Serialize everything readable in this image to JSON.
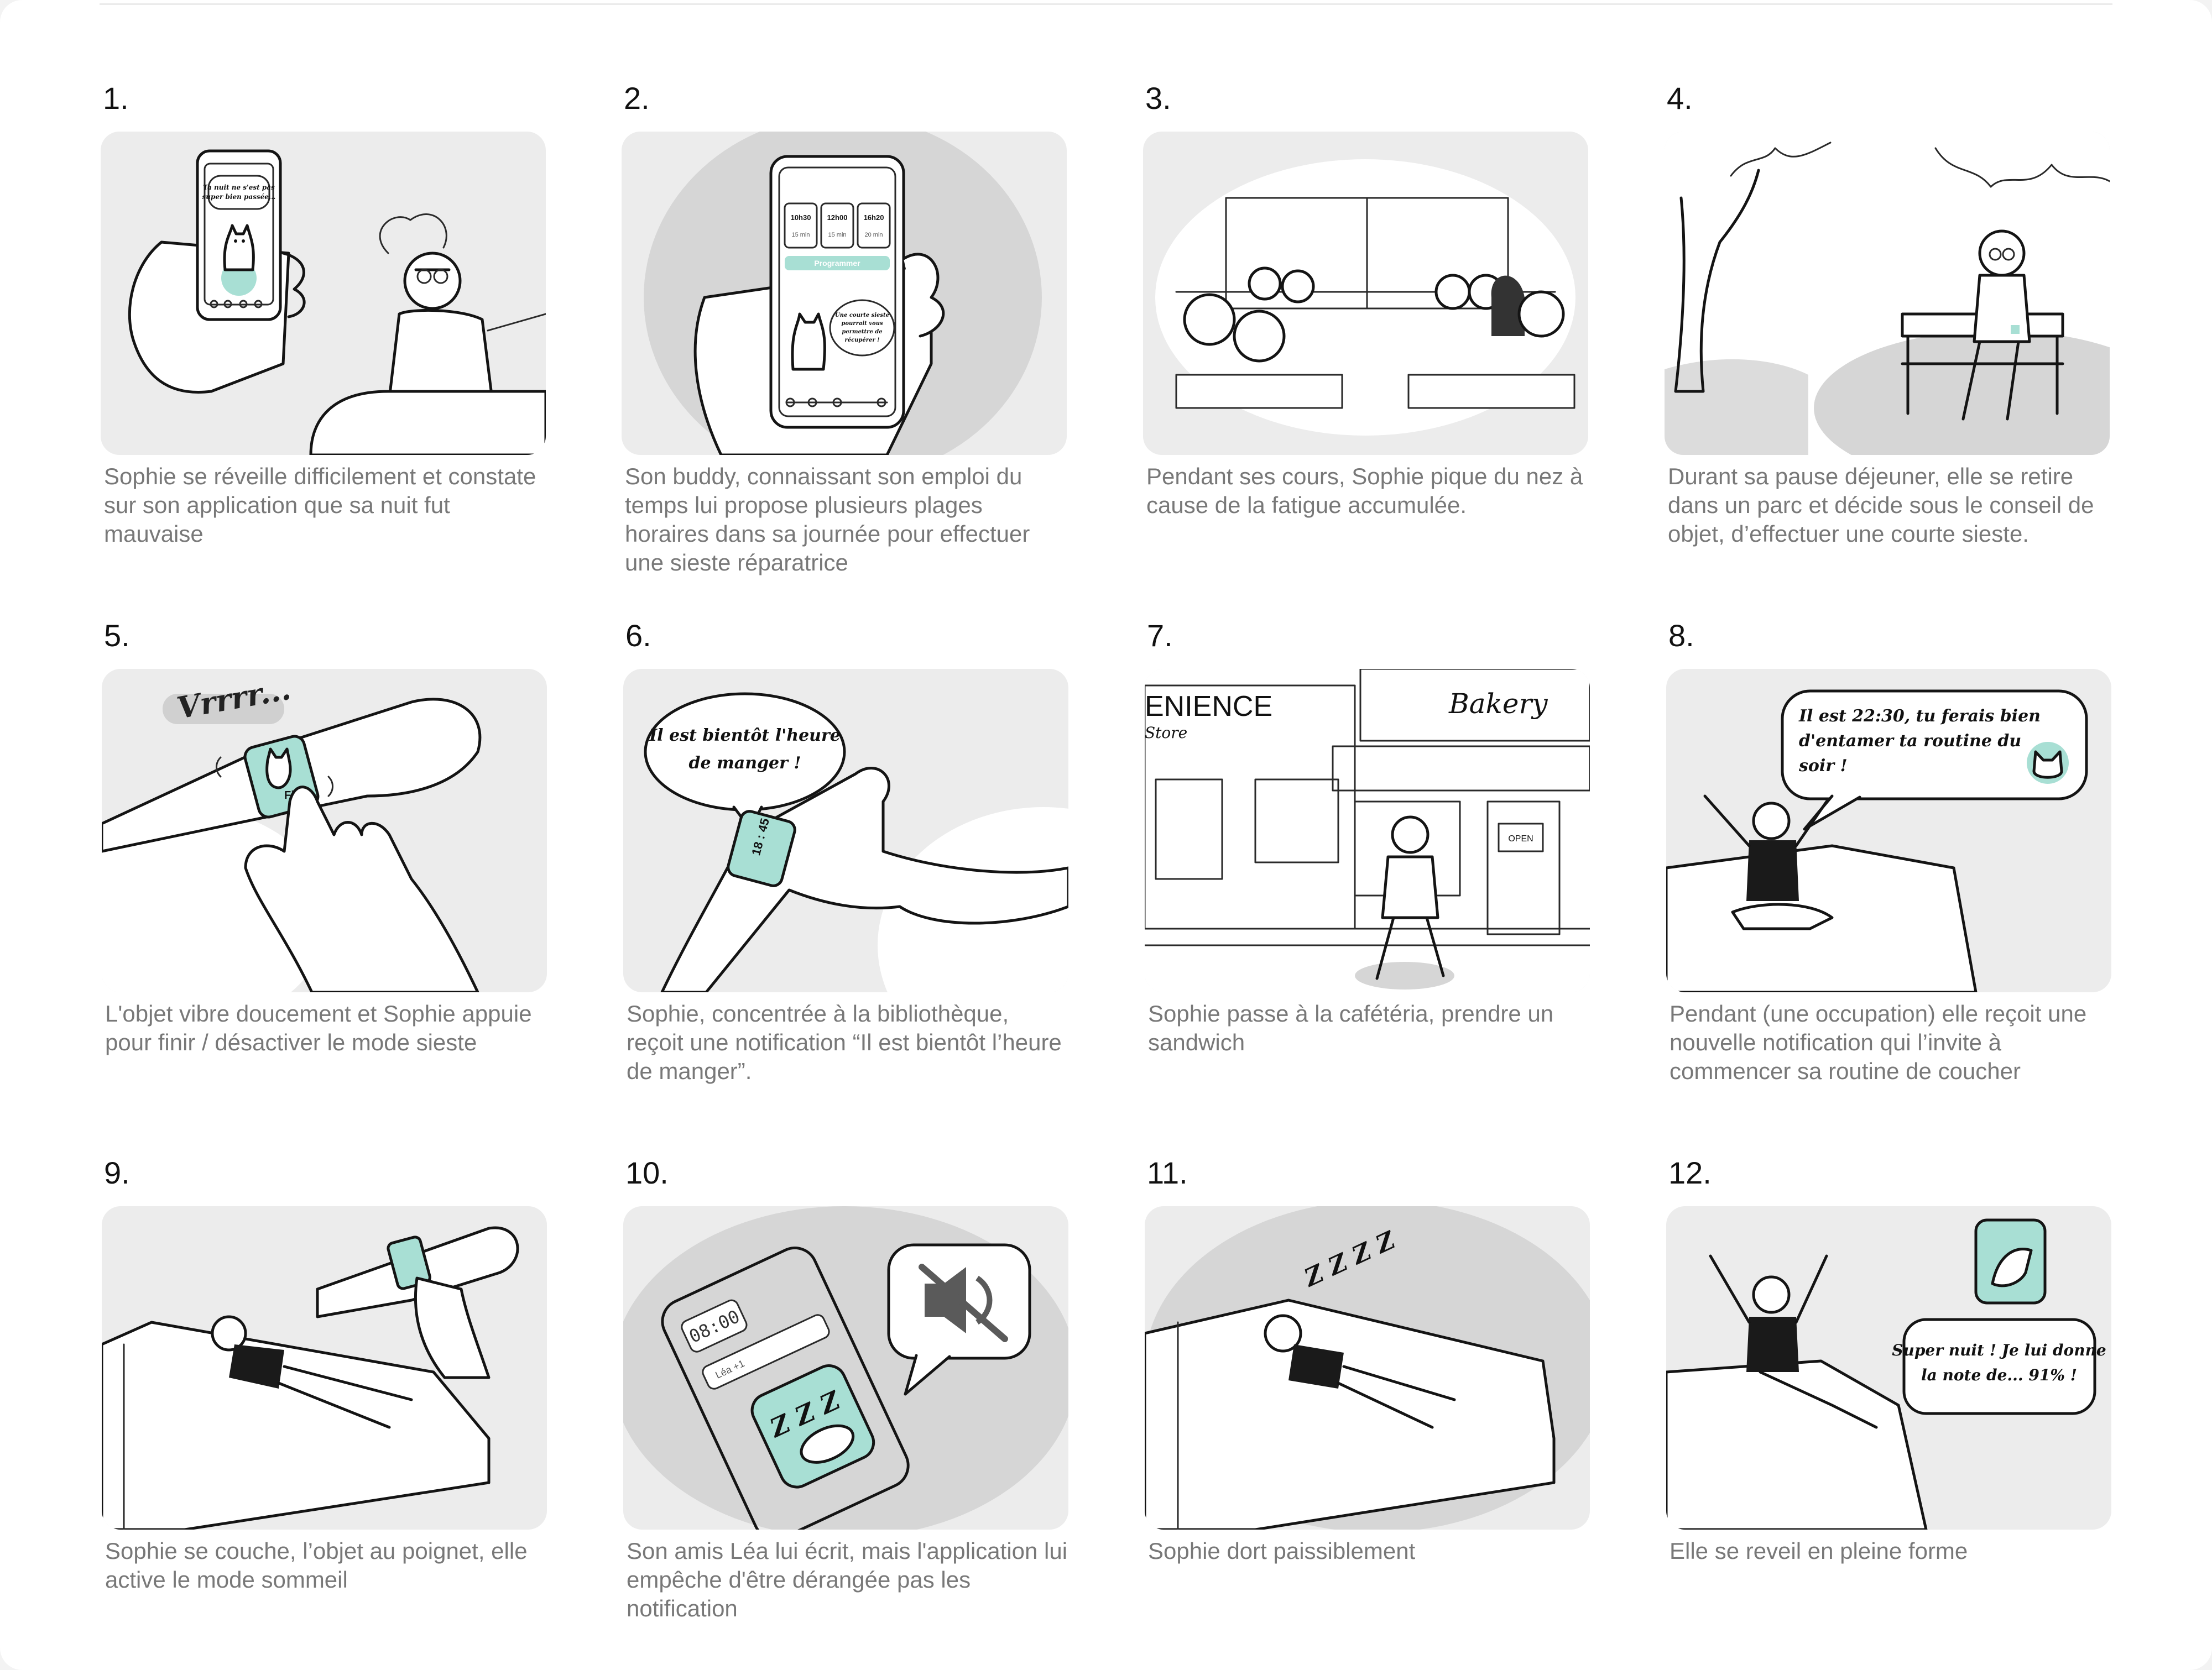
{
  "panels": [
    {
      "number": "1.",
      "caption": "Sophie se réveille difficilement et constate sur son application que sa nuit fut mauvaise",
      "bubble": [
        "Ta nuit ne s'est pas",
        "super bien passée..."
      ]
    },
    {
      "number": "2.",
      "caption": "Son buddy, connaissant son emploi du temps lui propose plusieurs plages horaires dans sa journée pour effectuer une sieste réparatrice",
      "slots": [
        {
          "time": "10h30",
          "dur": "15 min"
        },
        {
          "time": "12h00",
          "dur": "15 min"
        },
        {
          "time": "16h20",
          "dur": "20 min"
        }
      ],
      "button": "Programmer",
      "bubble": [
        "Une courte sieste",
        "pourrait vous",
        "permettre de",
        "récupérer !"
      ]
    },
    {
      "number": "3.",
      "caption": "Pendant ses cours, Sophie pique du nez à cause de la fatigue accumulée."
    },
    {
      "number": "4.",
      "caption": "Durant sa pause déjeuner, elle se retire dans un parc et décide sous le conseil de objet, d’effectuer une courte sieste."
    },
    {
      "number": "5.",
      "caption": "L'objet vibre doucement et Sophie appuie pour finir / désactiver le mode sieste",
      "label": "Vrrrr...",
      "watch_text": "Fin"
    },
    {
      "number": "6.",
      "caption": "Sophie, concentrée à la bibliothèque, reçoit une notification “Il est bientôt l’heure de manger”.",
      "bubble": [
        "Il est bientôt l'heure",
        "de manger !"
      ],
      "watch_time": "18 : 45"
    },
    {
      "number": "7.",
      "caption": "Sophie passe à la cafétéria, prendre un sandwich",
      "sign_left": "ENIENCE",
      "sign_left_sub": "Store",
      "sign_right": "Bakery",
      "door_sign": "OPEN"
    },
    {
      "number": "8.",
      "caption": "Pendant (une occupation) elle reçoit une nouvelle notification qui l’invite à commencer sa routine de coucher",
      "bubble": [
        "Il est 22:30, tu ferais bien",
        "d'entamer ta routine du",
        "soir !"
      ]
    },
    {
      "number": "9.",
      "caption": "Sophie se couche, l’objet au poignet, elle active le mode sommeil"
    },
    {
      "number": "10.",
      "caption": "Son amis Léa lui écrit, mais l'application lui empêche d'être dérangée pas les notification",
      "phone_time": "08:00",
      "phone_notice": "Léa +1",
      "zzz": "Z Z Z"
    },
    {
      "number": "11.",
      "caption": "Sophie dort paissiblement",
      "zzz": "Z Z Z Z"
    },
    {
      "number": "12.",
      "caption": "Elle se reveil en pleine forme",
      "bubble": [
        "Super nuit ! Je lui donne",
        "la note de... 91% !"
      ]
    }
  ],
  "colors": {
    "mint": "#a8dfd4",
    "panel_bg": "#ececec",
    "caption": "#787878",
    "blob": "#d6d6d6"
  },
  "icons": [
    "cat-icon",
    "phone-icon",
    "watch-icon",
    "mute-icon",
    "home-icon",
    "search-icon",
    "plus-icon",
    "user-icon"
  ]
}
